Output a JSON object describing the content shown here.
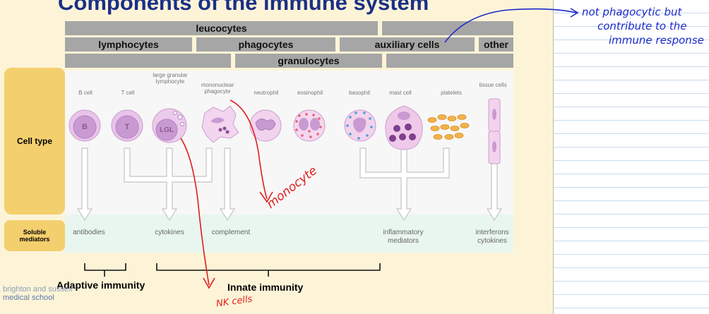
{
  "title": "Components of the immune system",
  "bars": {
    "leucocytes": "leucocytes",
    "lymphocytes": "lymphocytes",
    "phagocytes": "phagocytes",
    "auxiliary_cells": "auxiliary cells",
    "other": "other",
    "granulocytes": "granulocytes"
  },
  "row_headers": {
    "cell_type": "Cell type",
    "soluble_mediators": "Soluble mediators"
  },
  "cells": [
    {
      "label": "B cell",
      "letter": "B"
    },
    {
      "label": "T cell",
      "letter": "T"
    },
    {
      "label": "large granular lymphocyte",
      "letter": "LGL"
    },
    {
      "label": "mononuclear phagocyte",
      "letter": ""
    },
    {
      "label": "neutrophil",
      "letter": ""
    },
    {
      "label": "eosinophil",
      "letter": ""
    },
    {
      "label": "basophil",
      "letter": ""
    },
    {
      "label": "mast cell",
      "letter": ""
    },
    {
      "label": "platelets",
      "letter": ""
    },
    {
      "label": "tissue cells",
      "letter": ""
    }
  ],
  "mediators": {
    "antibodies": "antibodies",
    "cytokines": "cytokines",
    "complement": "complement",
    "inflammatory_mediators": "inflammatory mediators",
    "interferons_cytokines": "interferons cytokines"
  },
  "braces": {
    "adaptive": "Adaptive immunity",
    "innate": "Innate immunity"
  },
  "logo": {
    "line1": "brighton and sussex",
    "line2": "medical school"
  },
  "annotations": {
    "note_line1": "not phagocytic but",
    "note_line2": "contribute to the",
    "note_line3": "immune response",
    "monocyte": "monocyte",
    "nk_cells": "NK cells"
  },
  "colors": {
    "title": "#1b2f86",
    "bar": "#a6a6a6",
    "row_header": "#f4cf6e",
    "slide_bg": "#fdf4d8",
    "cell_pink": "#e8bde6",
    "cell_purple": "#c98fd0",
    "red_annotation": "#e21d1d",
    "blue_annotation": "#1c2ac8"
  }
}
